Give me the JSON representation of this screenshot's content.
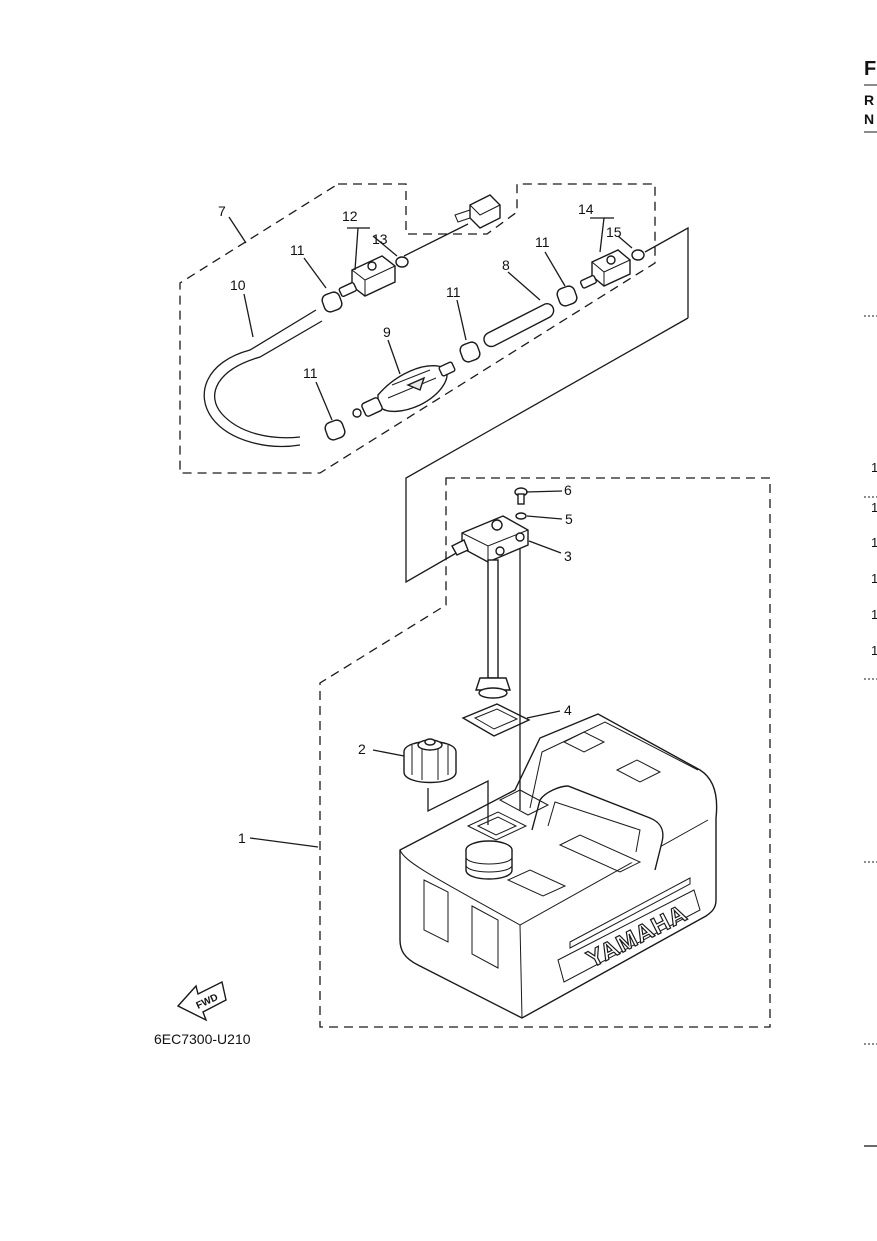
{
  "diagram": {
    "callouts": [
      {
        "id": "p1",
        "text": "1"
      },
      {
        "id": "p2",
        "text": "2"
      },
      {
        "id": "p3",
        "text": "3"
      },
      {
        "id": "p4",
        "text": "4"
      },
      {
        "id": "p5",
        "text": "5"
      },
      {
        "id": "p6",
        "text": "6"
      },
      {
        "id": "p7",
        "text": "7"
      },
      {
        "id": "p8",
        "text": "8"
      },
      {
        "id": "p9",
        "text": "9"
      },
      {
        "id": "p10",
        "text": "10"
      },
      {
        "id": "p11a",
        "text": "11"
      },
      {
        "id": "p11b",
        "text": "11"
      },
      {
        "id": "p11c",
        "text": "11"
      },
      {
        "id": "p11d",
        "text": "11"
      },
      {
        "id": "p12",
        "text": "12"
      },
      {
        "id": "p13",
        "text": "13"
      },
      {
        "id": "p14",
        "text": "14"
      },
      {
        "id": "p15",
        "text": "15"
      }
    ],
    "diagram_code": "6EC7300-U210",
    "fwd_arrow_label": "FWD",
    "tank_brand": "YAMAHA"
  },
  "right_edge": {
    "header_letters": [
      "F",
      "R",
      "N"
    ],
    "row_digits": [
      "1",
      "1",
      "1",
      "1",
      "1",
      "1"
    ]
  }
}
